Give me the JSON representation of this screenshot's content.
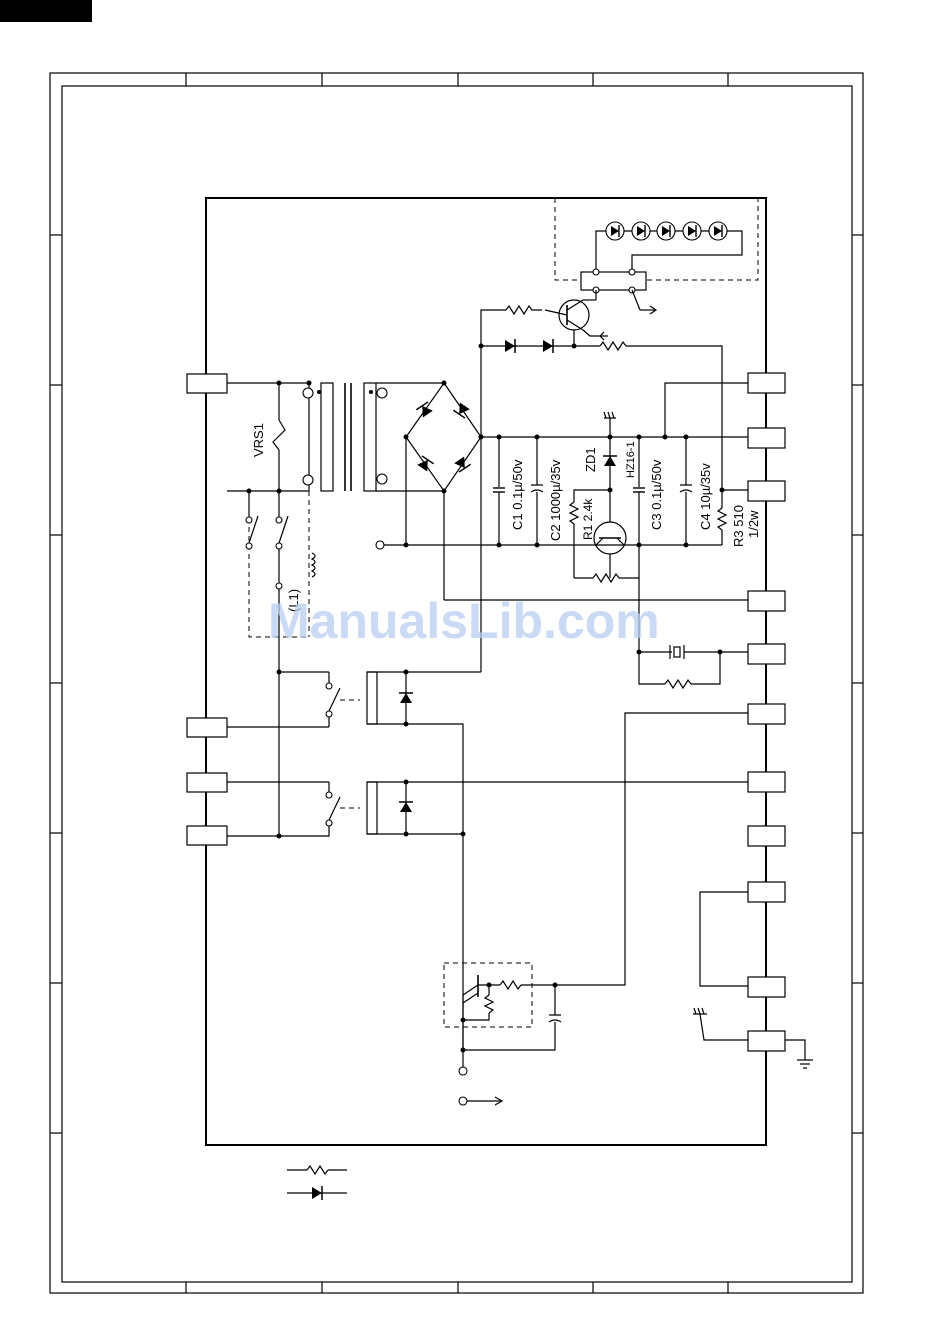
{
  "labels": {
    "vrs1": "VRS1",
    "zd1": "ZD1",
    "hz": "HZ16-1",
    "c1": "C1 0.1µ/50v",
    "c2": "C2 1000µ/35v",
    "r1": "R1 2.4k",
    "c3": "C3 0.1µ/50v",
    "c4": "C4 10µ/35v",
    "r3": "R3 510",
    "r3w": "1/2w",
    "l1": "(L1)"
  },
  "watermark": "ManualsLib.com",
  "icons": [
    "resistor-symbol",
    "diode-symbol",
    "led-symbol",
    "capacitor-symbol",
    "transistor-symbol",
    "ground-icon",
    "relay-contact-symbol",
    "inductor-symbol"
  ]
}
